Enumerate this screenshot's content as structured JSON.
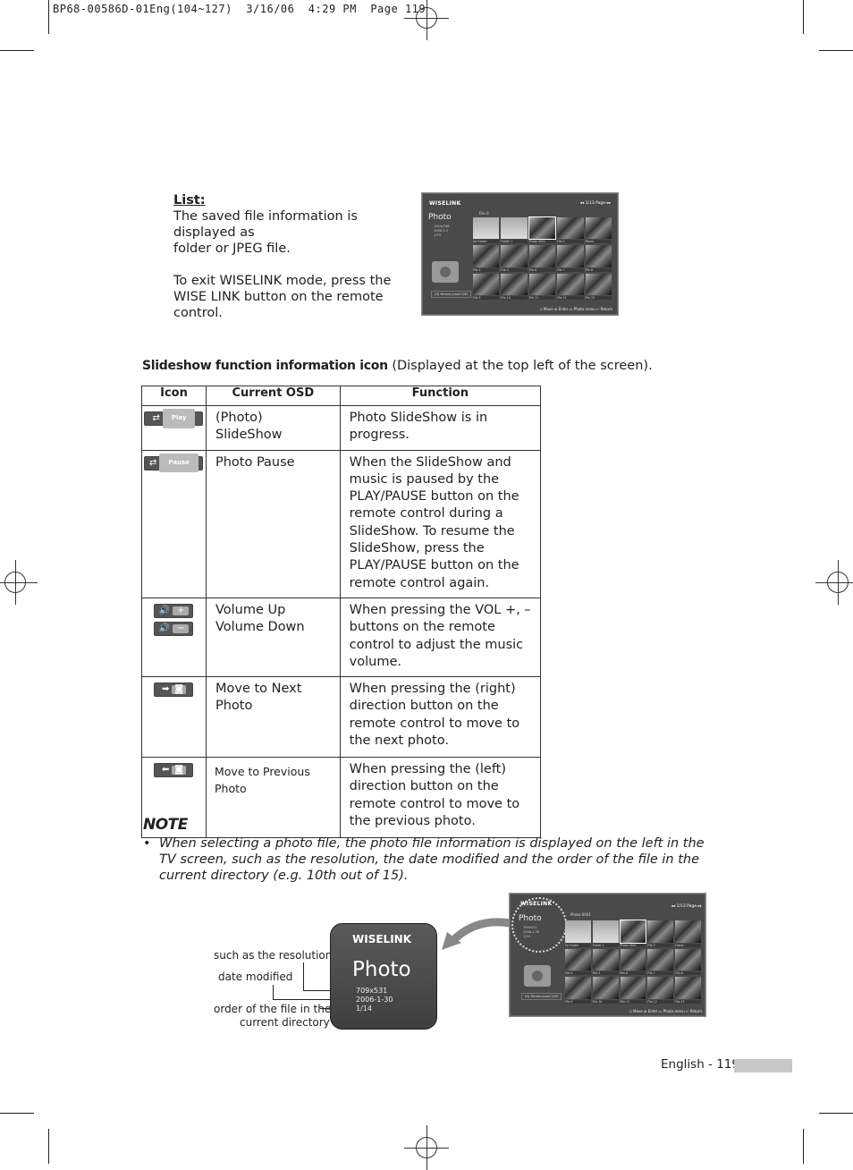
{
  "print_header": "BP68-00586D-01Eng(104~127)  3/16/06  4:29 PM  Page 119",
  "list_section": {
    "title": "List:",
    "line1": "The saved file information is displayed as",
    "line2": "folder or JPEG file.",
    "line3": "To exit WISELINK mode, press the",
    "line4": "WISE LINK button on the remote control."
  },
  "screen_small": {
    "logo": "WISELINK",
    "page": "◂◂ 1/13 Page ▸▸",
    "title": "Photo",
    "folder": "File 0",
    "info": [
      "1024x768",
      "2006-3-3",
      "1/73"
    ],
    "storage": "(D) Memorycard    2/30",
    "cells": [
      {
        "label": "Up Folder",
        "type": "folder"
      },
      {
        "label": "Folder 1",
        "type": "folder"
      },
      {
        "label": "Photo 0001",
        "type": "photo"
      },
      {
        "label": "File 2",
        "type": "photo"
      },
      {
        "label": "Home",
        "type": "photo"
      },
      {
        "label": "File 4",
        "type": "photo"
      },
      {
        "label": "File 5",
        "type": "photo"
      },
      {
        "label": "File 6",
        "type": "photo"
      },
      {
        "label": "File 7",
        "type": "photo"
      },
      {
        "label": "File 8",
        "type": "photo"
      },
      {
        "label": "File 9",
        "type": "photo"
      },
      {
        "label": "File 10",
        "type": "photo"
      },
      {
        "label": "File 11",
        "type": "photo"
      },
      {
        "label": "File 12",
        "type": "photo"
      },
      {
        "label": "File 13",
        "type": "photo"
      }
    ],
    "footer": "◇ Move   ⊕ Enter   ▭ Photo menu   ↩ Return"
  },
  "slideshow": {
    "title": "Slideshow function information icon",
    "subtitle": "(Displayed at the top left of the screen).",
    "headers": {
      "icon": "Icon",
      "osd": "Current OSD",
      "function": "Function"
    },
    "rows": [
      {
        "icon_label": "Play",
        "icon_name": "play-osd-icon",
        "osd": "(Photo) SlideShow",
        "function": "Photo SlideShow is in progress."
      },
      {
        "icon_label": "Pause",
        "icon_name": "pause-osd-icon",
        "osd": "Photo Pause",
        "function": "When the SlideShow and music is paused by the PLAY/PAUSE button on the remote control during a SlideShow. To resume the SlideShow, press the PLAY/PAUSE button on the remote control again."
      },
      {
        "icon_name": "volume-up-down-icon",
        "osd": "Volume Up",
        "osd2": "Volume Down",
        "function": "When pressing the VOL +, – buttons on the remote control to adjust the music volume."
      },
      {
        "icon_name": "next-photo-icon",
        "osd": "Move to Next Photo",
        "function": "When pressing the (right) direction button on the remote control to move to the next photo."
      },
      {
        "icon_name": "previous-photo-icon",
        "osd": "Move to Previous Photo",
        "function": "When pressing the (left) direction button on the remote control to move to the previous photo."
      }
    ]
  },
  "note": {
    "heading": "NOTE",
    "bullet": "•",
    "text": "When selecting a photo file, the photo file information is displayed on the left in the TV screen, such as the resolution, the date modified and the order of the file in the current directory (e.g. 10th out of 15)."
  },
  "callouts": {
    "resolution": "such as the resolution",
    "date": "date modified",
    "order1": "order of the file in the",
    "order2": "current directory"
  },
  "zoom_panel": {
    "logo": "WISELINK",
    "title": "Photo",
    "resolution": "709x531",
    "date": "2006-1-30",
    "order": "1/14"
  },
  "screen_large": {
    "logo": "WISELINK",
    "page": "◂◂ 1/13 Page ▸▸",
    "title": "Photo",
    "folder": "Photo 0001",
    "info": [
      "709x531",
      "2006-1-30",
      "1/14"
    ],
    "storage": "(D) Memorycard    2/30",
    "cells": [
      {
        "label": "Up Folder",
        "type": "folder"
      },
      {
        "label": "Folder 1",
        "type": "folder"
      },
      {
        "label": "Photo 0001",
        "type": "photo"
      },
      {
        "label": "File 2",
        "type": "photo"
      },
      {
        "label": "Home",
        "type": "photo"
      },
      {
        "label": "File 4",
        "type": "photo"
      },
      {
        "label": "File 5",
        "type": "photo"
      },
      {
        "label": "File 6",
        "type": "photo"
      },
      {
        "label": "File 7",
        "type": "photo"
      },
      {
        "label": "File 8",
        "type": "photo"
      },
      {
        "label": "File 9",
        "type": "photo"
      },
      {
        "label": "File 10",
        "type": "photo"
      },
      {
        "label": "File 11",
        "type": "photo"
      },
      {
        "label": "File 12",
        "type": "photo"
      },
      {
        "label": "File 13",
        "type": "photo"
      }
    ],
    "footer": "◇ Move   ⊕ Enter   ▭ Photo menu   ↩ Return"
  },
  "page_footer": "English - 119"
}
